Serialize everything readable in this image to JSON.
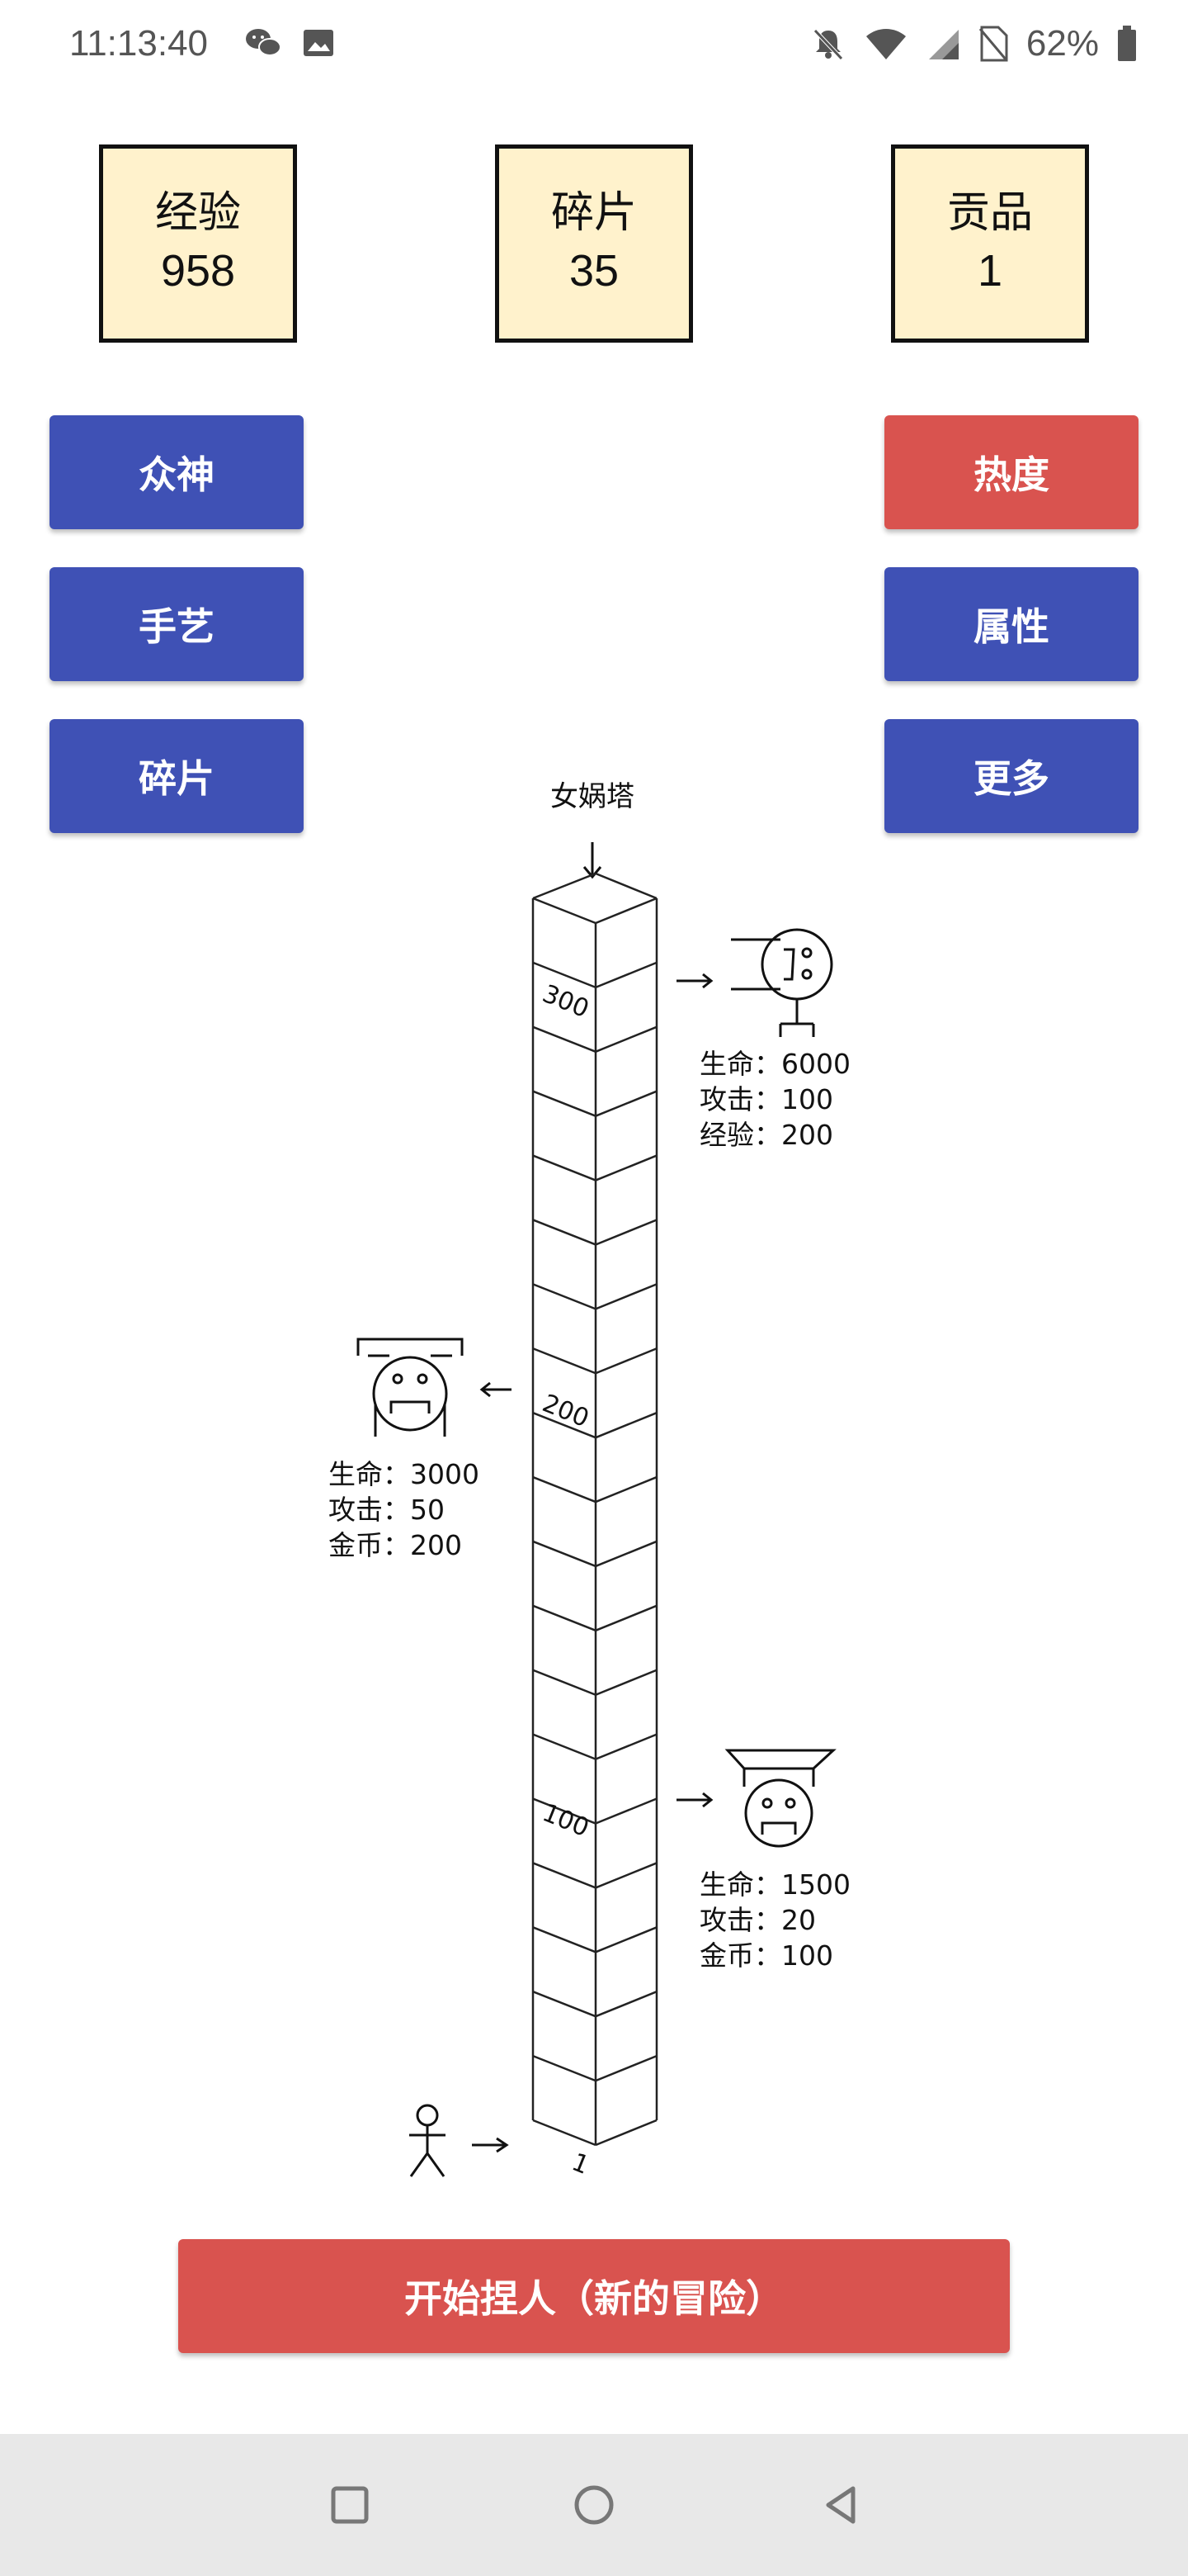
{
  "status_bar": {
    "time": "11:13:40",
    "battery_percent": "62%"
  },
  "stats": [
    {
      "label": "经验",
      "value": "958"
    },
    {
      "label": "碎片",
      "value": "35"
    },
    {
      "label": "贡品",
      "value": "1"
    }
  ],
  "left_buttons": [
    "众神",
    "手艺",
    "碎片"
  ],
  "right_buttons": [
    "热度",
    "属性",
    "更多"
  ],
  "tower": {
    "title": "女娲塔",
    "floor_labels": [
      "300",
      "200",
      "100",
      "1"
    ],
    "monsters": [
      {
        "lines": [
          "生命：6000",
          "攻击：100",
          "经验：200"
        ]
      },
      {
        "lines": [
          "生命：3000",
          "攻击：50",
          "金币：200"
        ]
      },
      {
        "lines": [
          "生命：1500",
          "攻击：20",
          "金币：100"
        ]
      }
    ]
  },
  "start_button": "开始捏人（新的冒险）",
  "colors": {
    "primary_blue": "#3f51b5",
    "accent_red": "#d9534f",
    "stat_bg": "#fff2cc"
  },
  "icons": [
    "wechat-icon",
    "image-icon",
    "mute-icon",
    "wifi-icon",
    "signal-icon",
    "no-sim-icon",
    "battery-icon",
    "square-nav-icon",
    "circle-nav-icon",
    "back-nav-icon"
  ]
}
